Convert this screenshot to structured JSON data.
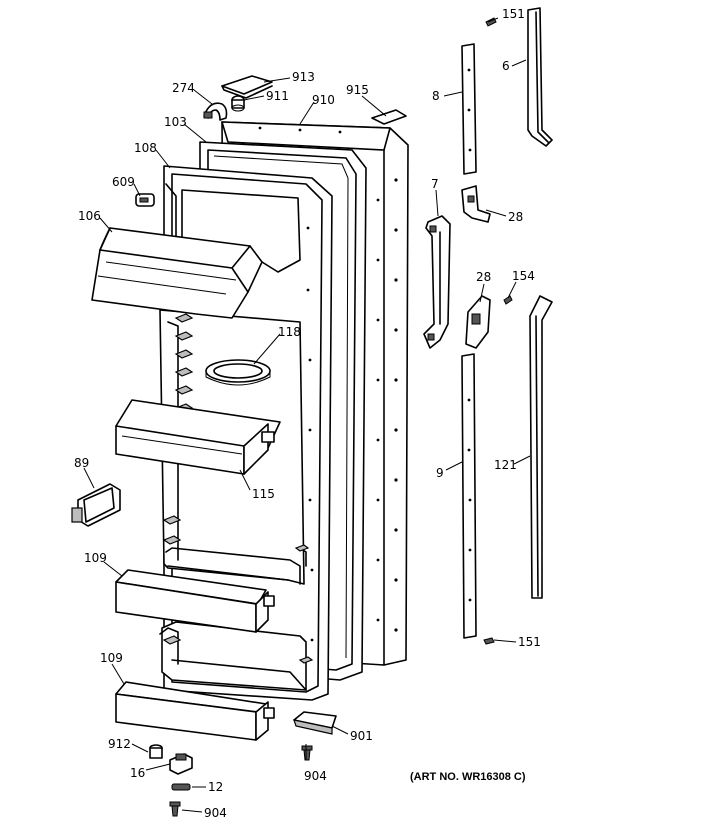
{
  "art_number": "(ART NO. WR16308 C)",
  "callouts": {
    "c151_top": "151",
    "c6": "6",
    "c913": "913",
    "c274": "274",
    "c911": "911",
    "c910": "910",
    "c915": "915",
    "c8": "8",
    "c103": "103",
    "c108": "108",
    "c609": "609",
    "c7": "7",
    "c28_top": "28",
    "c106": "106",
    "c28_mid": "28",
    "c154": "154",
    "c118": "118",
    "c9": "9",
    "c121": "121",
    "c89": "89",
    "c115": "115",
    "c109_top": "109",
    "c151_bot": "151",
    "c109_bot": "109",
    "c901": "901",
    "c912": "912",
    "c16": "16",
    "c904_mid": "904",
    "c12": "12",
    "c904_bot": "904"
  }
}
